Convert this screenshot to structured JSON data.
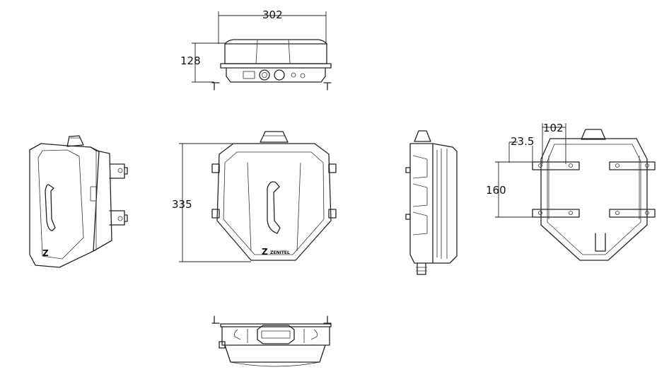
{
  "dimensions": {
    "width_top": "302",
    "height_top": "128",
    "height_front": "335",
    "bracket_width": "102",
    "bracket_offset": "23.5",
    "bracket_height": "160"
  },
  "brand_mark": "Z",
  "views": [
    "top-view",
    "isometric-view",
    "front-view",
    "side-view",
    "back-view",
    "bottom-view"
  ]
}
